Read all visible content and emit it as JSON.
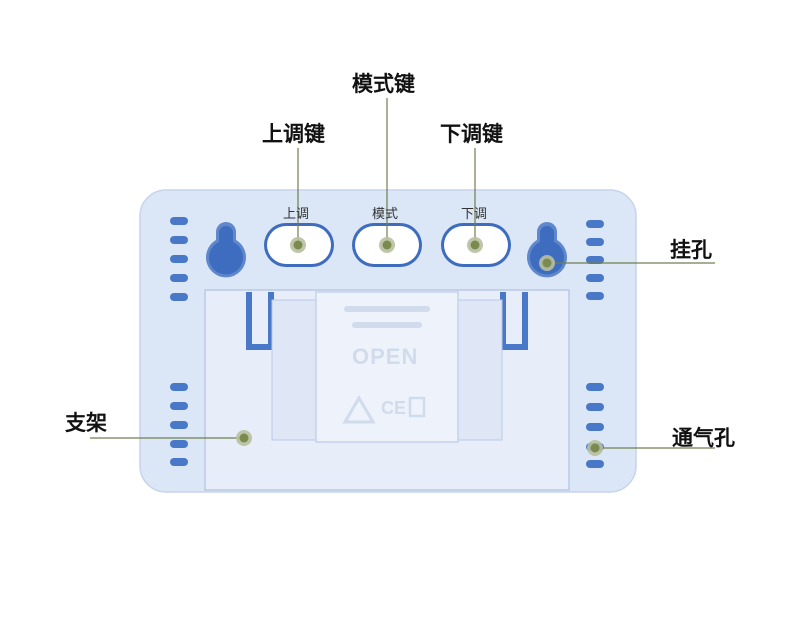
{
  "callouts": {
    "mode_key": "模式键",
    "up_key": "上调键",
    "down_key": "下调键",
    "hang_hole": "挂孔",
    "stand": "支架",
    "vent_hole": "通气孔"
  },
  "device_buttons": {
    "up": "上调",
    "mode": "模式",
    "down": "下调"
  },
  "battery_cover": {
    "open_label": "OPEN",
    "cert_marks": "CE"
  },
  "colors": {
    "body": "#dbe6f7",
    "accent_blue": "#4a78c8",
    "marker": "#8a9a6a"
  }
}
